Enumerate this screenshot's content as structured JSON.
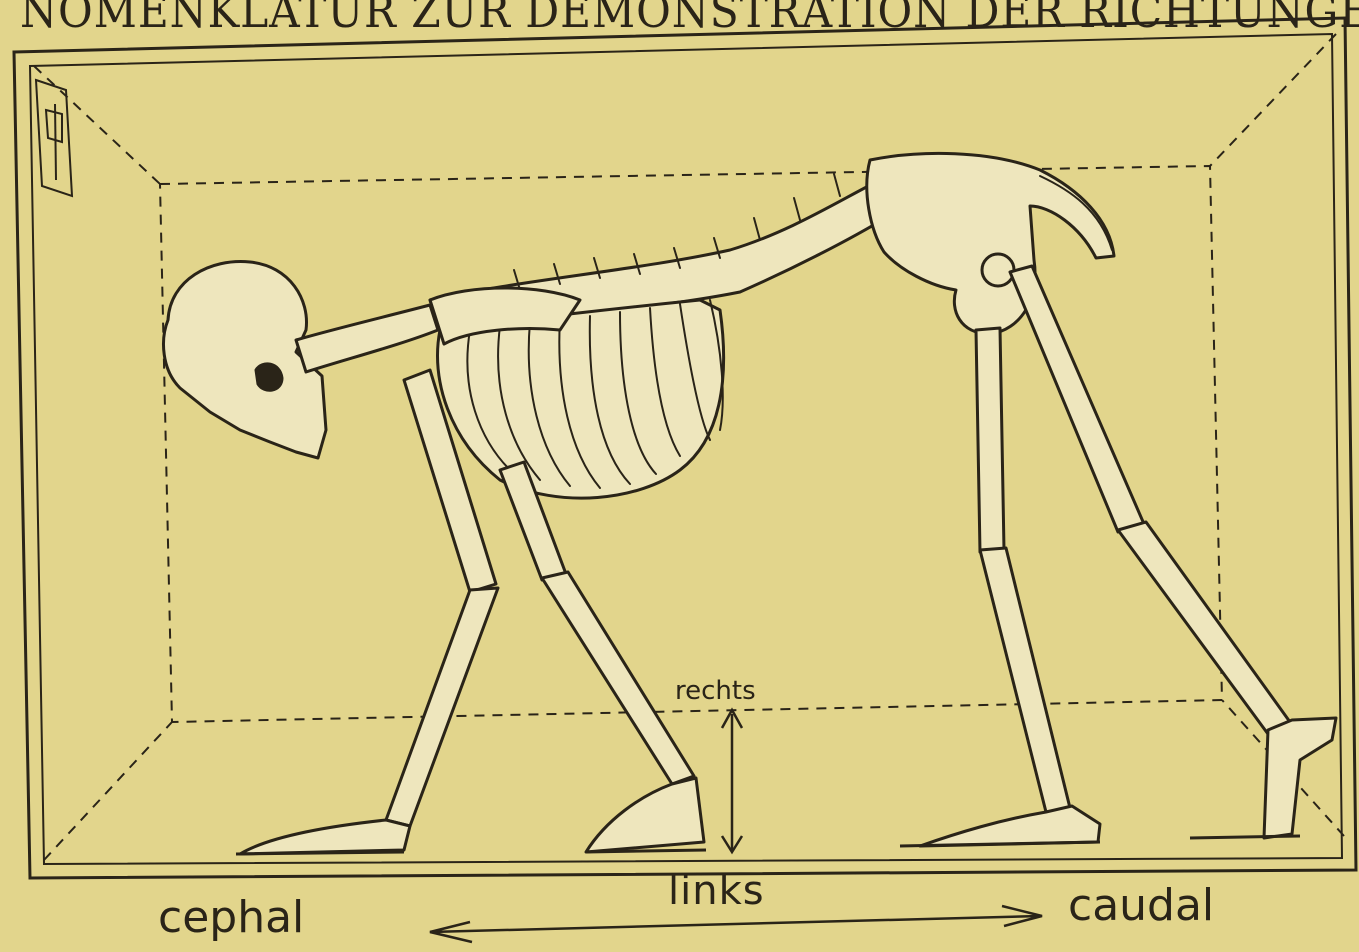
{
  "header": {
    "title": "NOMENKLATUR ZUR DEMONSTRATION DER RICHTUNGEN"
  },
  "labels": {
    "up": "rechts",
    "lateral": "links",
    "anterior": "cephal",
    "posterior": "caudal"
  },
  "colors": {
    "paper": "#e2d58c",
    "ink": "#2a2418",
    "bone": "#eee6bd"
  }
}
